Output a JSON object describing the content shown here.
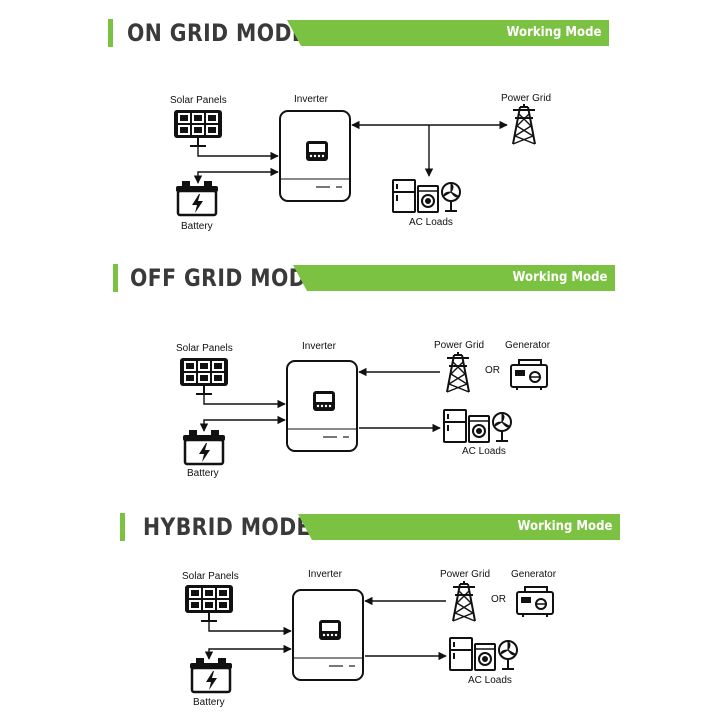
{
  "sections": [
    {
      "title": "ON GRID MODE",
      "banner": "Working Mode",
      "labels": {
        "solar": "Solar Panels",
        "inverter": "Inverter",
        "grid": "Power Grid",
        "battery": "Battery",
        "loads": "AC Loads"
      }
    },
    {
      "title": "OFF GRID MODE",
      "banner": "Working Mode",
      "labels": {
        "solar": "Solar Panels",
        "inverter": "Inverter",
        "grid": "Power Grid",
        "or": "OR",
        "generator": "Generator",
        "battery": "Battery",
        "loads": "AC Loads"
      }
    },
    {
      "title": "HYBRID MODE",
      "banner": "Working Mode",
      "labels": {
        "solar": "Solar Panels",
        "inverter": "Inverter",
        "grid": "Power Grid",
        "or": "OR",
        "generator": "Generator",
        "battery": "Battery",
        "loads": "AC Loads"
      }
    }
  ],
  "colors": {
    "accent": "#7cc242",
    "title": "#3a3a3a",
    "line": "#111111"
  }
}
